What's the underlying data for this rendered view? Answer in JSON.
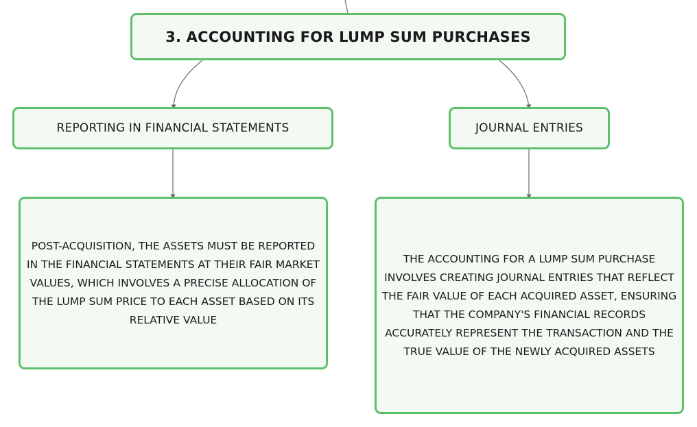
{
  "diagram": {
    "title": "3. ACCOUNTING FOR LUMP SUM PURCHASES",
    "branches": [
      {
        "label": "REPORTING IN FINANCIAL STATEMENTS",
        "detail": "POST-ACQUISITION, THE ASSETS MUST BE REPORTED IN THE FINANCIAL STATEMENTS AT THEIR FAIR MARKET VALUES, WHICH INVOLVES A PRECISE ALLOCATION OF THE LUMP SUM PRICE TO EACH ASSET BASED ON ITS RELATIVE VALUE"
      },
      {
        "label": "JOURNAL ENTRIES",
        "detail": "THE ACCOUNTING FOR A LUMP SUM PURCHASE INVOLVES CREATING JOURNAL ENTRIES THAT REFLECT THE FAIR VALUE OF EACH ACQUIRED ASSET, ENSURING THAT THE COMPANY'S FINANCIAL RECORDS ACCURATELY REPRESENT THE TRANSACTION AND THE TRUE VALUE OF THE NEWLY ACQUIRED ASSETS"
      }
    ]
  },
  "colors": {
    "node_border": "#5cc06a",
    "node_fill": "#f3faf4",
    "connector": "#6b6b6b",
    "text": "#1a1a1a"
  }
}
